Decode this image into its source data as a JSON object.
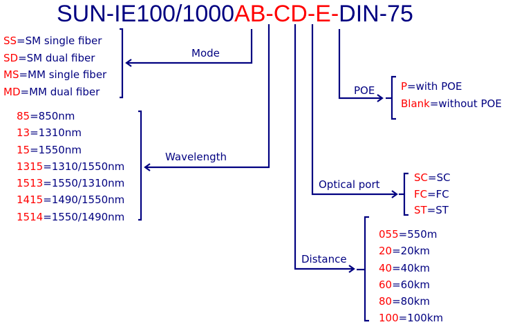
{
  "title": {
    "prefix": "SUN-IE100/1000",
    "variable": "AB-CD-E-",
    "suffix": "DIN-75"
  },
  "colors": {
    "primary": "#000080",
    "highlight": "#ff0000"
  },
  "groups": {
    "mode": {
      "label": "Mode",
      "items": [
        {
          "code": "SS",
          "desc": "=SM single fiber"
        },
        {
          "code": "SD",
          "desc": "=SM dual fiber"
        },
        {
          "code": "MS",
          "desc": "=MM single fiber"
        },
        {
          "code": "MD",
          "desc": "=MM dual fiber"
        }
      ]
    },
    "wavelength": {
      "label": "Wavelength",
      "items": [
        {
          "code": "85",
          "desc": "=850nm"
        },
        {
          "code": "13",
          "desc": "=1310nm"
        },
        {
          "code": "15",
          "desc": "=1550nm"
        },
        {
          "code": "1315",
          "desc": "=1310/1550nm"
        },
        {
          "code": "1513",
          "desc": "=1550/1310nm"
        },
        {
          "code": "1415",
          "desc": "=1490/1550nm"
        },
        {
          "code": "1514",
          "desc": "=1550/1490nm"
        }
      ]
    },
    "poe": {
      "label": "POE",
      "items": [
        {
          "code": "P",
          "desc": "=with POE"
        },
        {
          "code": "Blank",
          "desc": "=without POE"
        }
      ]
    },
    "optical_port": {
      "label": "Optical port",
      "items": [
        {
          "code": "SC",
          "desc": "=SC"
        },
        {
          "code": "FC",
          "desc": "=FC"
        },
        {
          "code": "ST",
          "desc": "=ST"
        }
      ]
    },
    "distance": {
      "label": "Distance",
      "items": [
        {
          "code": "055",
          "desc": "=550m"
        },
        {
          "code": "20",
          "desc": "=20km"
        },
        {
          "code": "40",
          "desc": "=40km"
        },
        {
          "code": "60",
          "desc": "=60km"
        },
        {
          "code": "80",
          "desc": "=80km"
        },
        {
          "code": "100",
          "desc": "=100km"
        }
      ]
    }
  }
}
